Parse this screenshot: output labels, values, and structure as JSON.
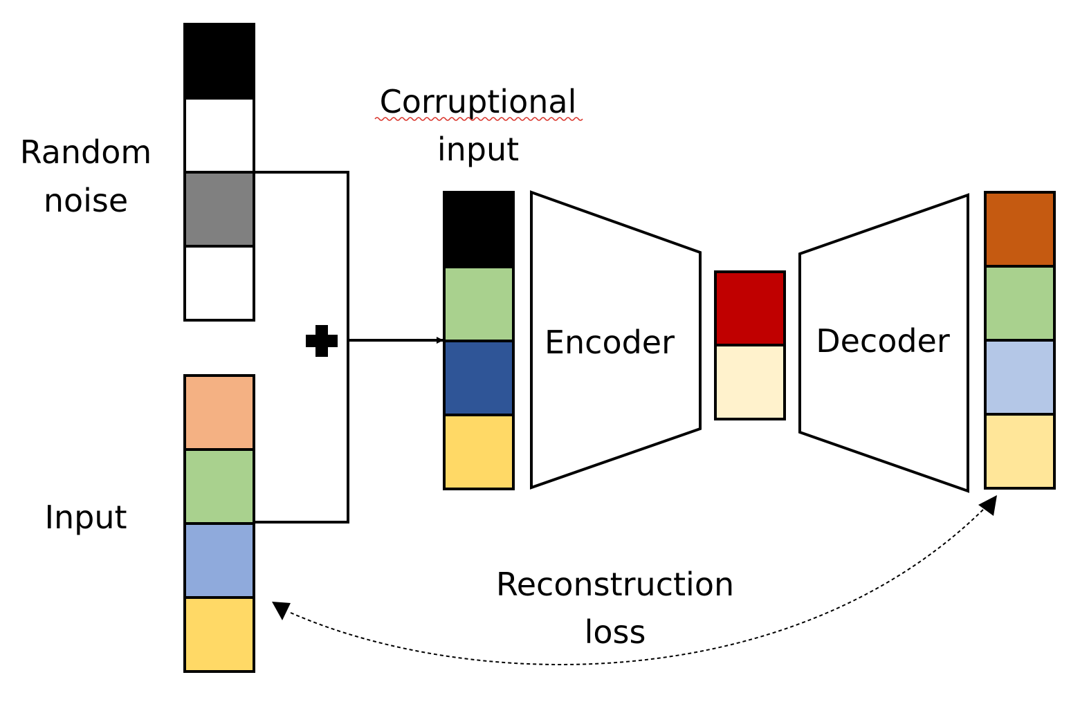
{
  "labels": {
    "random_noise": [
      "Random",
      "noise"
    ],
    "input": "Input",
    "corruptional_input": [
      "Corruptional",
      "input"
    ],
    "encoder": "Encoder",
    "decoder": "Decoder",
    "reconstruction_loss": [
      "Reconstruction",
      "loss"
    ]
  },
  "vectors": {
    "random_noise": [
      "#000000",
      "#ffffff",
      "#808080",
      "#ffffff"
    ],
    "input": [
      "#f4b183",
      "#a9d18e",
      "#8faadc",
      "#ffd966"
    ],
    "corruptional_input": [
      "#000000",
      "#a9d18e",
      "#2f5597",
      "#ffd966"
    ],
    "latent": [
      "#c00000",
      "#fff2cc"
    ],
    "output": [
      "#c55a11",
      "#a9d18e",
      "#b4c7e7",
      "#ffe699"
    ]
  },
  "icons": {
    "plus": "plus-icon"
  }
}
